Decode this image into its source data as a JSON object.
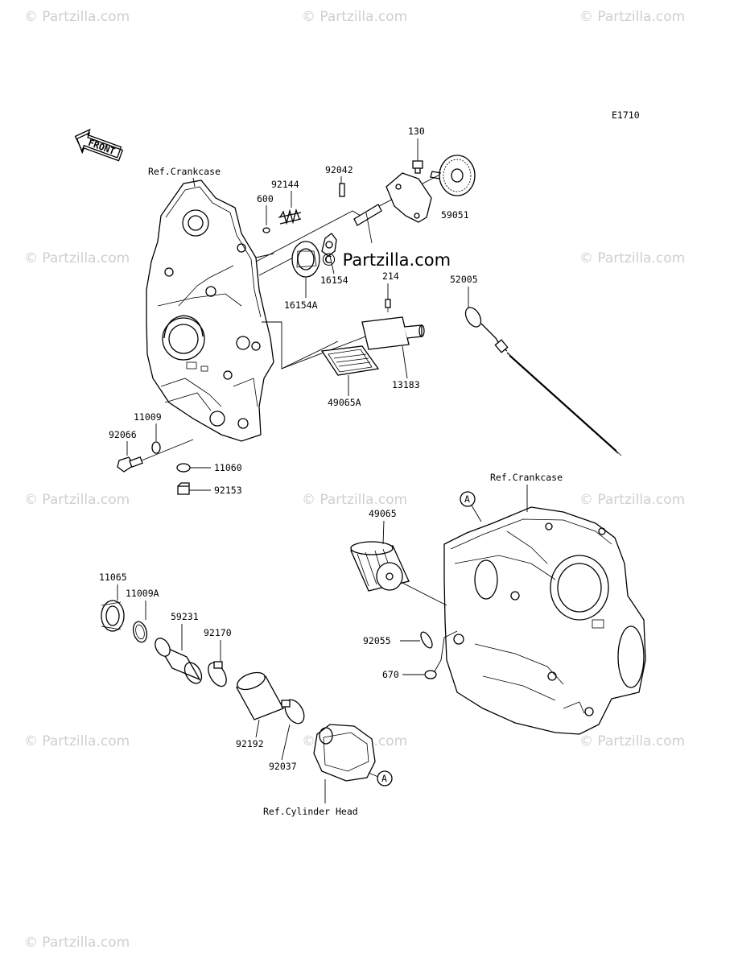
{
  "diagram_code": "E1710",
  "front_label": "FRONT",
  "watermarks": [
    "© Partzilla.com",
    "© Partzilla.com",
    "© Partzilla.com",
    "© Partzilla.com",
    "© Partzilla.com",
    "© Partzilla.com",
    "© Partzilla.com",
    "© Partzilla.com",
    "© Partzilla.com",
    "© Partzilla.com",
    "© Partzilla.com",
    "© Partzilla.com"
  ],
  "center_watermark": "© Partzilla.com",
  "references": {
    "crankcase_upper": "Ref.Crankcase",
    "crankcase_lower": "Ref.Crankcase",
    "cylinder_head": "Ref.Cylinder Head",
    "marker_a": "A"
  },
  "parts": {
    "p130": "130",
    "p92042": "92042",
    "p92144": "92144",
    "p600": "600",
    "p59051": "59051",
    "p16154": "16154",
    "p16154A": "16154A",
    "p214": "214",
    "p52005": "52005",
    "p13183": "13183",
    "p49065A": "49065A",
    "p11009": "11009",
    "p92066": "92066",
    "p11060": "11060",
    "p92153": "92153",
    "p49065": "49065",
    "p11065": "11065",
    "p11009A": "11009A",
    "p59231": "59231",
    "p92170": "92170",
    "p92055": "92055",
    "p670": "670",
    "p92192": "92192",
    "p92037": "92037"
  }
}
